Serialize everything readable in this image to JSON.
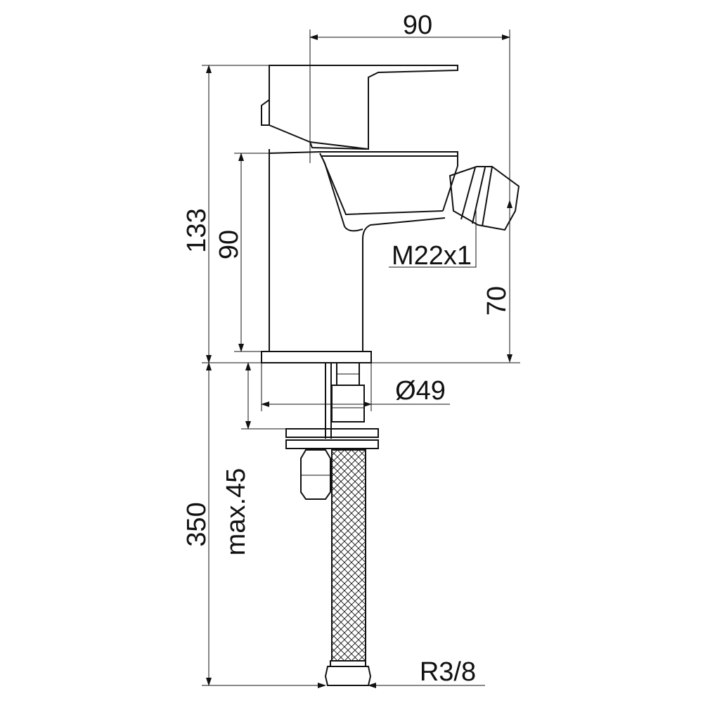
{
  "dimensions": {
    "top_width": "90",
    "total_height": "133",
    "body_height": "90",
    "outlet_height": "70",
    "outlet_thread": "M22x1",
    "base_diameter": "Ø49",
    "max_counter_thickness": "max.45",
    "hose_length": "350",
    "hose_thread": "R3/8"
  },
  "colors": {
    "line": "#111111",
    "background": "#ffffff"
  }
}
